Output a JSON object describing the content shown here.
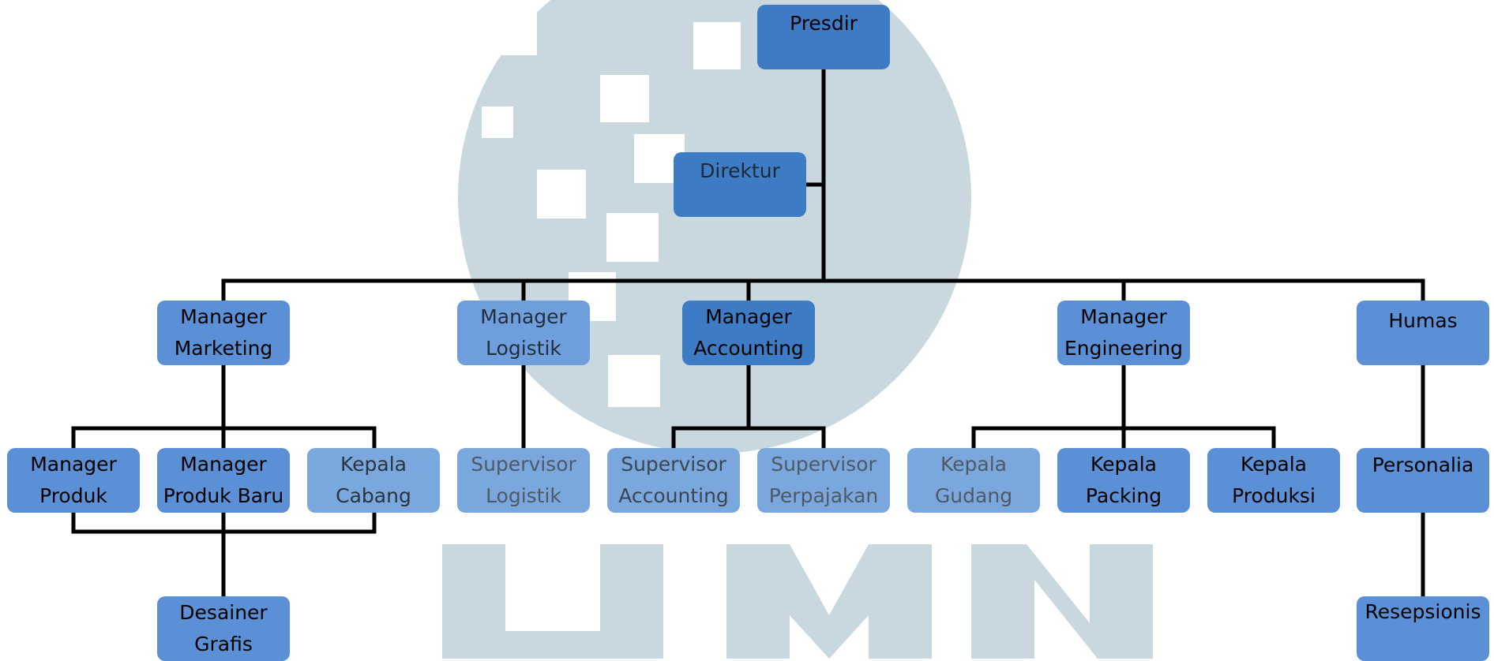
{
  "colors": {
    "box_main": "#3d7bc4",
    "box_light": "#5b90d6",
    "box_faded": "#7aa7de",
    "connector": "#000000",
    "watermark": "#c5d4dc"
  },
  "nodes": {
    "presdir": "Presdir",
    "direktur": "Direktur",
    "manager_marketing": "Manager Marketing",
    "manager_logistik": "Manager Logistik",
    "manager_accounting": "Manager Accounting",
    "manager_engineering": "Manager Engineering",
    "humas": "Humas",
    "manager_produk": "Manager Produk",
    "manager_produk_baru": "Manager Produk Baru",
    "kepala_cabang": "Kepala Cabang",
    "supervisor_logistik": "Supervisor Logistik",
    "supervisor_accounting": "Supervisor Accounting",
    "supervisor_perpajakan": "Supervisor Perpajakan",
    "kepala_gudang": "Kepala Gudang",
    "kepala_packing": "Kepala Packing",
    "kepala_produksi": "Kepala Produksi",
    "personalia": "Personalia",
    "desainer_grafis": "Desainer Grafis",
    "resepsionis": "Resepsionis"
  }
}
